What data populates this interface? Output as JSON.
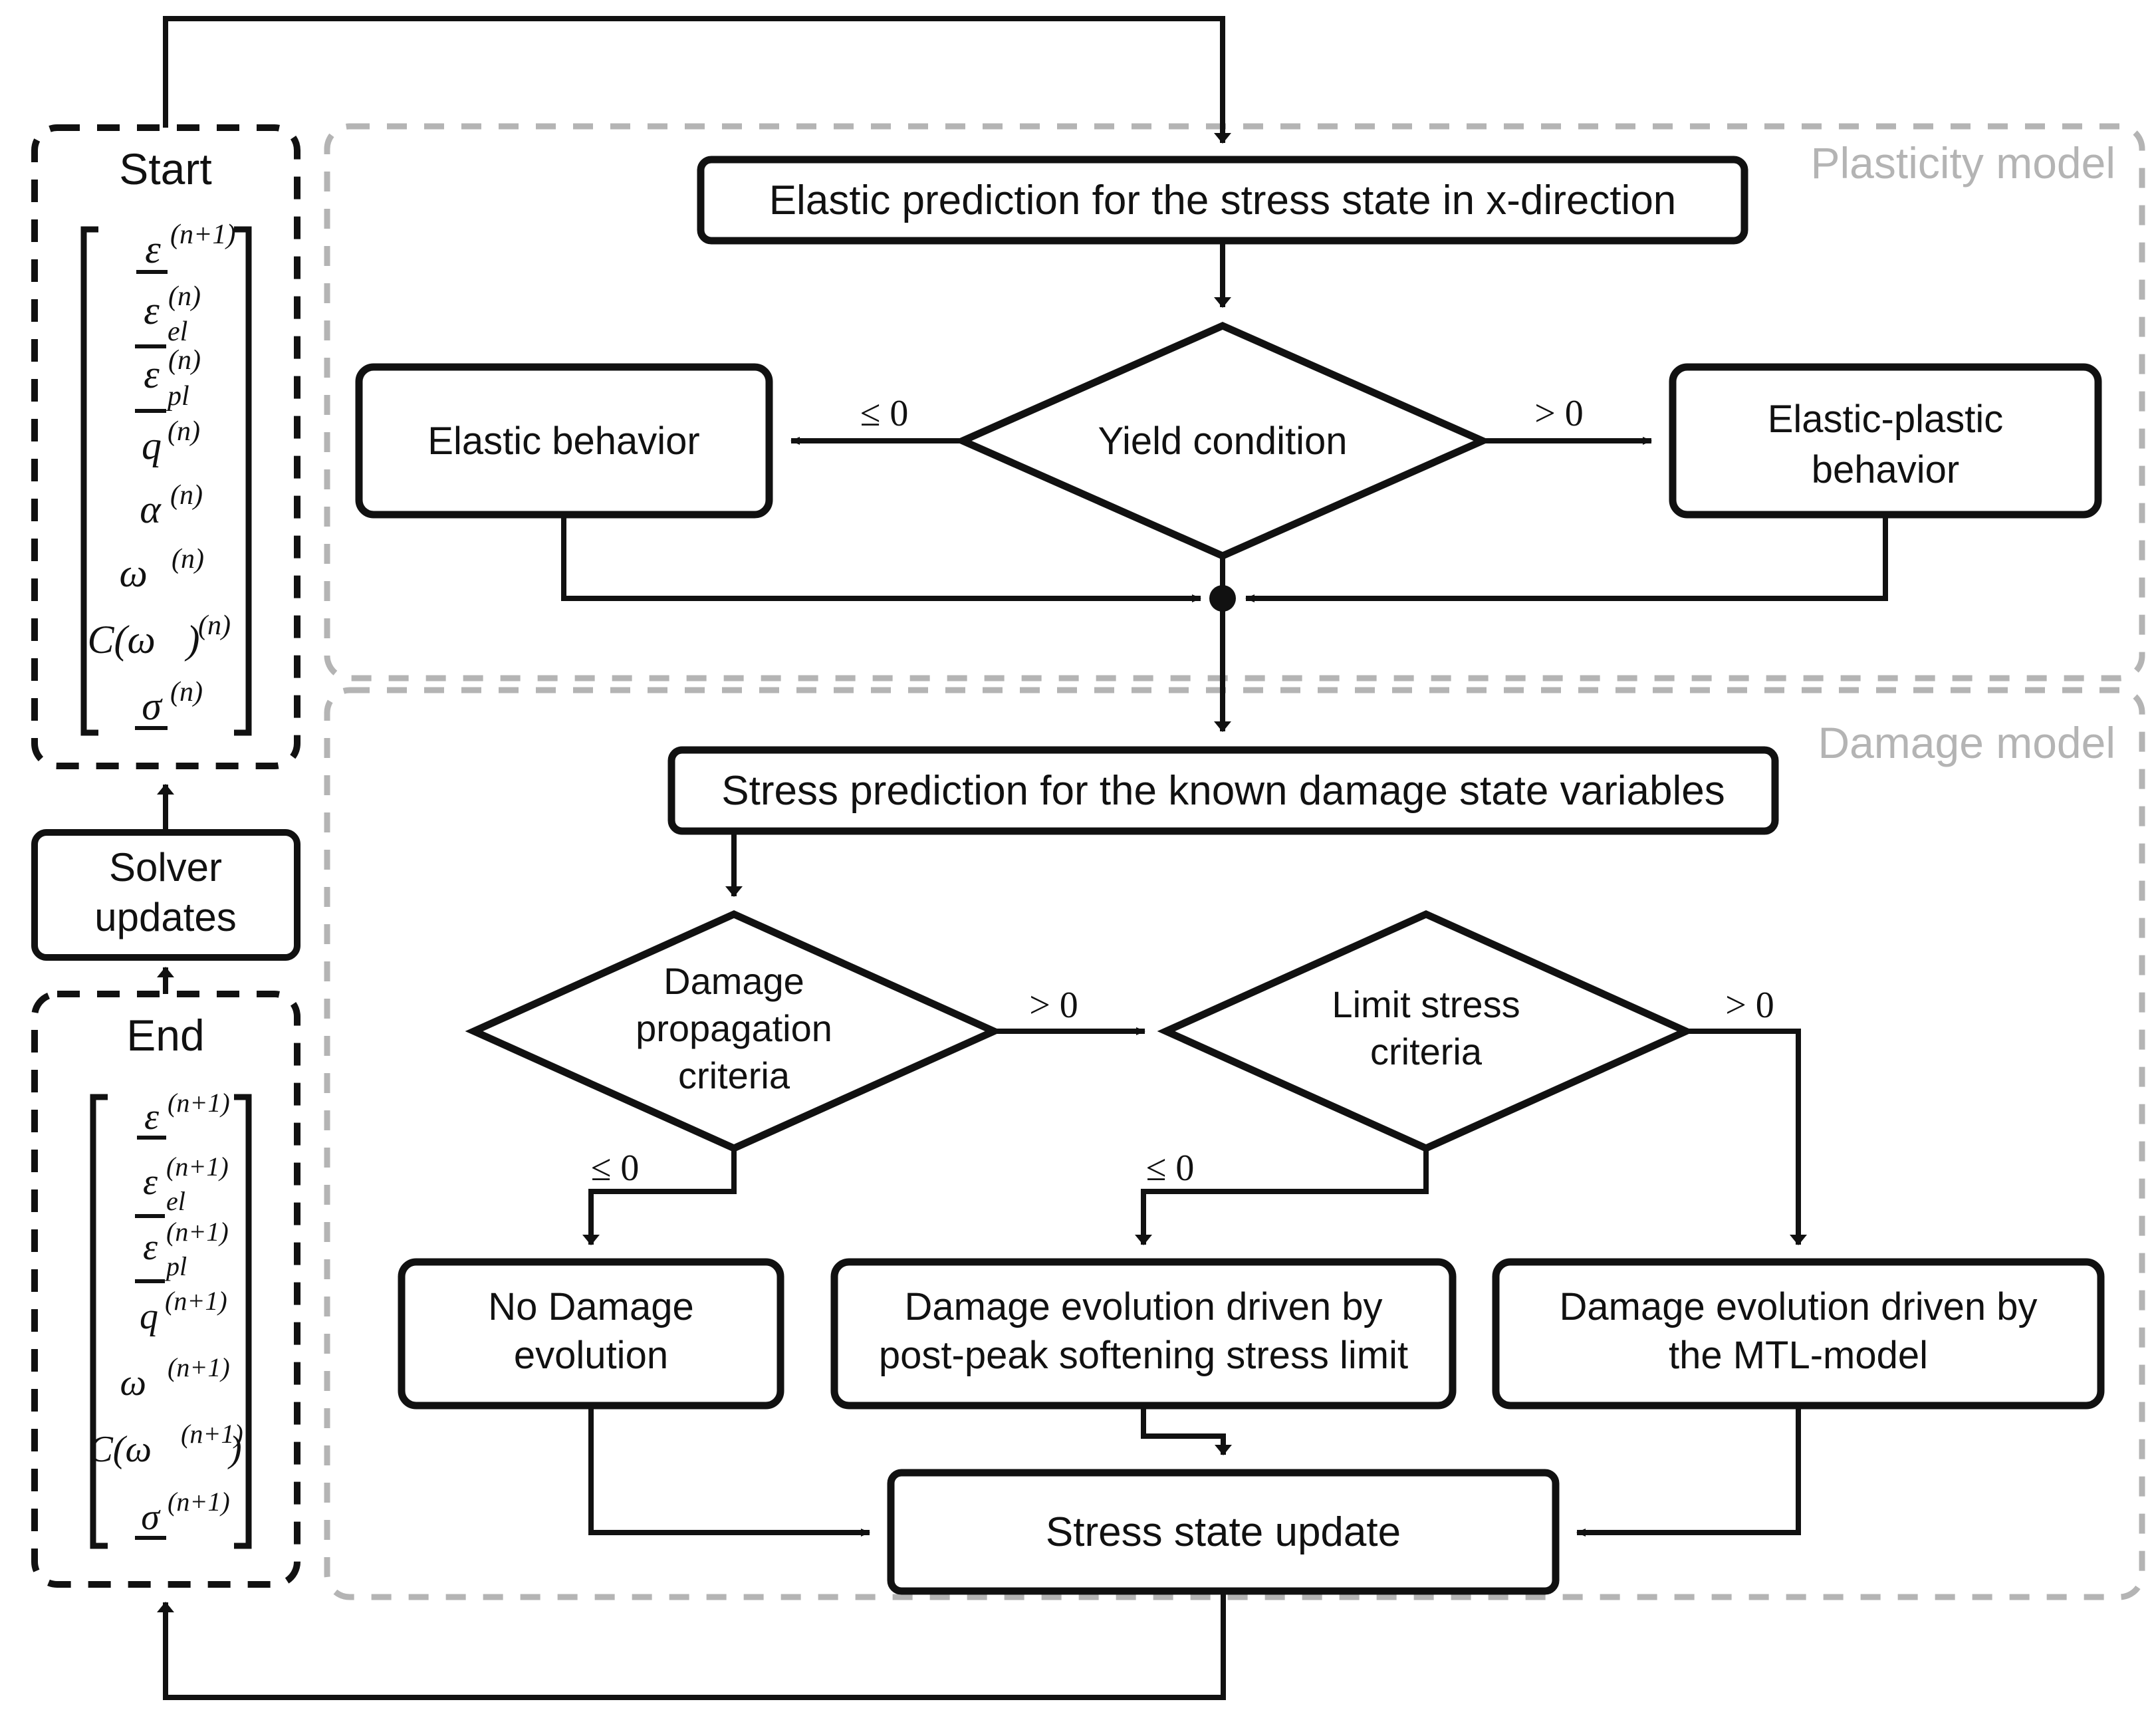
{
  "diagram": {
    "title": "Constitutive model return-mapping flowchart",
    "colors": {
      "stroke": "#111111",
      "group_stroke": "#b4b4b4",
      "group_label": "#b4b4b4",
      "fill": "#ffffff"
    },
    "groups": [
      {
        "id": "plasticity",
        "label": "Plasticity model"
      },
      {
        "id": "damage",
        "label": "Damage model"
      }
    ],
    "terminals": {
      "start": {
        "label": "Start",
        "variables": [
          {
            "base": "ε",
            "underline": true,
            "sub": "",
            "sup": "(n+1)"
          },
          {
            "base": "ε",
            "underline": true,
            "sub": "el",
            "sup": "(n)"
          },
          {
            "base": "ε",
            "underline": true,
            "sub": "pl",
            "sup": "(n)"
          },
          {
            "base": "q",
            "underline": false,
            "sub": "",
            "sup": "(n)"
          },
          {
            "base": "α",
            "underline": false,
            "sub": "",
            "sup": "(n)"
          },
          {
            "base": "ω⃗",
            "underline": false,
            "sub": "",
            "sup": "(n)"
          },
          {
            "base": "C(ω⃗)",
            "underline": false,
            "sub": "",
            "sup": "(n)"
          },
          {
            "base": "σ",
            "underline": true,
            "sub": "",
            "sup": "(n)"
          }
        ]
      },
      "end": {
        "label": "End",
        "variables": [
          {
            "base": "ε",
            "underline": true,
            "sub": "",
            "sup": "(n+1)"
          },
          {
            "base": "ε",
            "underline": true,
            "sub": "el",
            "sup": "(n+1)"
          },
          {
            "base": "ε",
            "underline": true,
            "sub": "pl",
            "sup": "(n+1)"
          },
          {
            "base": "q",
            "underline": false,
            "sub": "",
            "sup": "(n+1)"
          },
          {
            "base": "ω⃗",
            "underline": false,
            "sub": "",
            "sup": "(n+1)"
          },
          {
            "base": "C(ω⃗",
            "underline": false,
            "sub": "",
            "sup": "(n+1)",
            "tail": ")"
          },
          {
            "base": "σ",
            "underline": true,
            "sub": "",
            "sup": "(n+1)"
          }
        ]
      }
    },
    "nodes": {
      "solver_updates": {
        "lines": [
          "Solver",
          "updates"
        ]
      },
      "elastic_prediction": {
        "lines": [
          "Elastic prediction for the stress state in x-direction"
        ]
      },
      "yield_condition": {
        "lines": [
          "Yield condition"
        ]
      },
      "elastic_behavior": {
        "lines": [
          "Elastic behavior"
        ]
      },
      "elastic_plastic_behavior": {
        "lines": [
          "Elastic-plastic",
          "behavior"
        ]
      },
      "stress_prediction": {
        "lines": [
          "Stress prediction for the known damage state variables"
        ]
      },
      "damage_propagation_criteria": {
        "lines": [
          "Damage",
          "propagation",
          "criteria"
        ]
      },
      "limit_stress_criteria": {
        "lines": [
          "Limit stress",
          "criteria"
        ]
      },
      "no_damage_evolution": {
        "lines": [
          "No Damage",
          "evolution"
        ]
      },
      "damage_post_peak": {
        "lines": [
          "Damage evolution driven by",
          "post-peak softening stress limit"
        ]
      },
      "damage_mtl": {
        "lines": [
          "Damage evolution driven by",
          "the MTL-model"
        ]
      },
      "stress_state_update": {
        "lines": [
          "Stress state update"
        ]
      }
    },
    "edge_labels": {
      "yield_le": "≤ 0",
      "yield_gt": "> 0",
      "damage_prop_le": "≤ 0",
      "damage_prop_gt": "> 0",
      "limit_stress_le": "≤ 0",
      "limit_stress_gt": "> 0"
    }
  }
}
